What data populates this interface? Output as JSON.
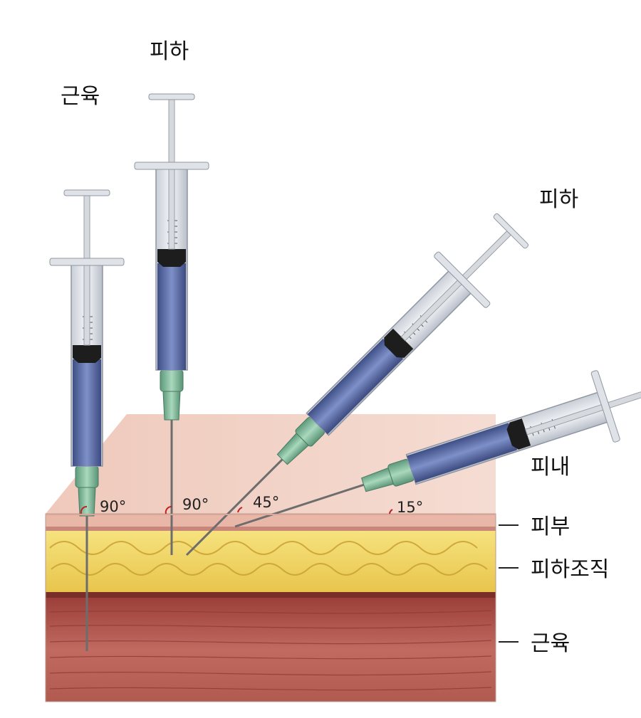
{
  "labels": {
    "im_top": "근육",
    "subq_top": "피하",
    "subq_45": "피하",
    "intradermal": "피내",
    "skin": "피부",
    "subcutaneous": "피하조직",
    "muscle": "근육"
  },
  "angles": {
    "im": "90°",
    "subq_90": "90°",
    "subq_45": "45°",
    "id_15": "15°"
  },
  "colors": {
    "skin_top": "#f3d3c6",
    "skin_layer": "#e8b4a6",
    "fat": "#f2d96a",
    "fat_dark": "#d9b63c",
    "muscle": "#b45a52",
    "muscle_dark": "#8e3a36",
    "medication": "#5b6ea8",
    "hub": "#7fb89a",
    "plunger": "#222222"
  }
}
